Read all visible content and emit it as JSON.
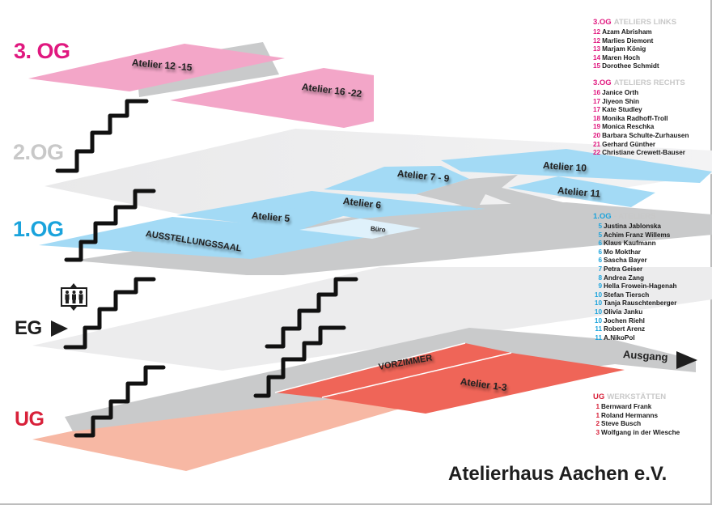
{
  "title": "Atelierhaus Aachen e.V.",
  "colors": {
    "og3": "#e0187f",
    "og2": "#c8c8c8",
    "og1": "#1aa3dc",
    "eg": "#1e1e1e",
    "ug": "#d8213a",
    "pink_room": "#f3a6c8",
    "blue_room": "#a3daf5",
    "red_room": "#ef6558",
    "salmon_floor": "#f7b8a4",
    "gray_corridor": "#c9cacb",
    "light_gray_floor": "#efefef"
  },
  "floors": {
    "og3": "3. OG",
    "og2": "2.OG",
    "og1": "1.OG",
    "eg": "EG",
    "ug": "UG"
  },
  "rooms": {
    "atelier_12_15": "Atelier 12 -15",
    "atelier_16_22": "Atelier 16 -22",
    "ausstellungssaal": "AUSSTELLUNGSSAAL",
    "atelier_5": "Atelier  5",
    "atelier_6": "Atelier 6",
    "atelier_7_9": "Atelier 7 - 9",
    "atelier_10": "Atelier  10",
    "atelier_11": "Atelier 11",
    "buero": "Büro",
    "vorzimmer": "VORZIMMER",
    "atelier_1_3": "Atelier 1-3"
  },
  "exit_label": "Ausgang",
  "icons": {
    "elevator": "elevator-icon",
    "entrance": "play-arrow-icon",
    "exit": "play-arrow-icon",
    "stairs": "stairs-icon"
  },
  "legend": {
    "og3_links": {
      "floor": "3.OG",
      "subtitle": "ATELIERS LINKS",
      "entries": [
        {
          "num": "12",
          "name": "Azam Abrisham"
        },
        {
          "num": "12",
          "name": "Marlies Diemont"
        },
        {
          "num": "13",
          "name": "Marjam König"
        },
        {
          "num": "14",
          "name": "Maren Hoch"
        },
        {
          "num": "15",
          "name": "Dorothee Schmidt"
        }
      ]
    },
    "og3_rechts": {
      "floor": "3.OG",
      "subtitle": "ATELIERS RECHTS",
      "entries": [
        {
          "num": "16",
          "name": "Janice Orth"
        },
        {
          "num": "17",
          "name": "Jiyeon Shin"
        },
        {
          "num": "17",
          "name": "Kate Studley"
        },
        {
          "num": "18",
          "name": "Monika Radhoff-Troll"
        },
        {
          "num": "19",
          "name": "Monica Reschka"
        },
        {
          "num": "20",
          "name": "Barbara Schulte-Zurhausen"
        },
        {
          "num": "21",
          "name": "Gerhard Günther"
        },
        {
          "num": "22",
          "name": "Christiane Crewett-Bauser"
        }
      ]
    },
    "og1": {
      "floor": "1.OG",
      "subtitle": "- ATELIERS",
      "entries": [
        {
          "num": "5",
          "name": "Justina Jablonska"
        },
        {
          "num": "5",
          "name": "Achim Franz Willems"
        },
        {
          "num": "6",
          "name": "Klaus Kaufmann"
        },
        {
          "num": "6",
          "name": "Mo Mokthar"
        },
        {
          "num": "6",
          "name": "Sascha Bayer"
        },
        {
          "num": "7",
          "name": "Petra Geiser"
        },
        {
          "num": "8",
          "name": "Andrea Zang"
        },
        {
          "num": "9",
          "name": "Hella Frowein-Hagenah"
        },
        {
          "num": "10",
          "name": "Stefan Tiersch"
        },
        {
          "num": "10",
          "name": "Tanja Rauschtenberger"
        },
        {
          "num": "10",
          "name": "Olivia Janku"
        },
        {
          "num": "10",
          "name": "Jochen Riehl"
        },
        {
          "num": "11",
          "name": "Robert Arenz"
        },
        {
          "num": "11",
          "name": "A.NikoPol"
        }
      ]
    },
    "ug": {
      "floor": "UG",
      "subtitle": "WERKSTÄTTEN",
      "entries": [
        {
          "num": "1",
          "name": "Bernward Frank"
        },
        {
          "num": "1",
          "name": "Roland Hermanns"
        },
        {
          "num": "2",
          "name": "Steve Busch"
        },
        {
          "num": "3",
          "name": "Wolfgang in der Wiesche"
        }
      ]
    }
  }
}
